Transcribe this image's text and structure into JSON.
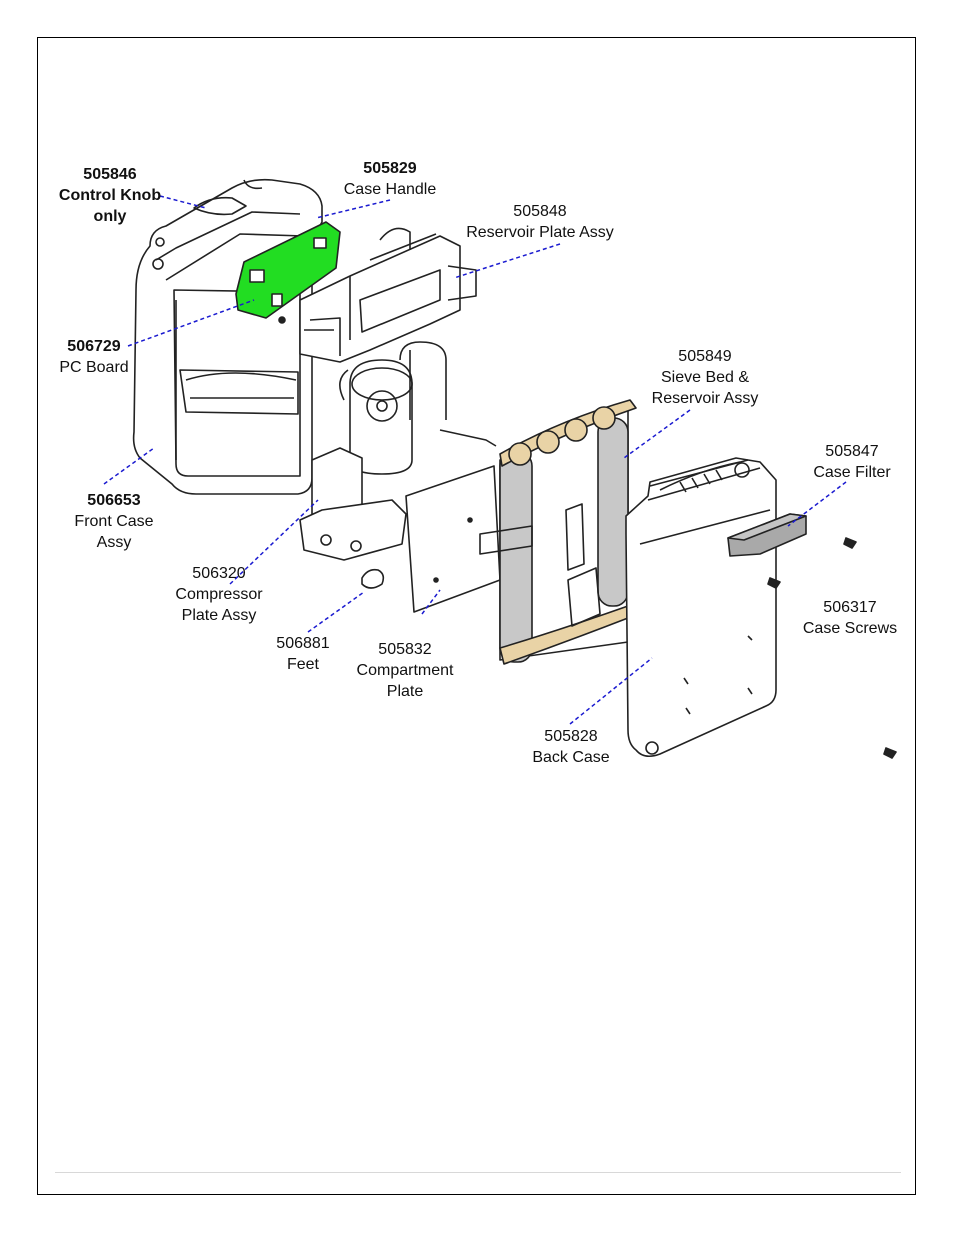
{
  "callouts": [
    {
      "id": "control-knob",
      "part": "505846",
      "lines": [
        "Control Knob",
        "only"
      ]
    },
    {
      "id": "case-handle",
      "part": "505829",
      "lines": [
        "Case Handle"
      ]
    },
    {
      "id": "reservoir-plate",
      "part": "505848",
      "lines": [
        "Reservoir Plate Assy"
      ]
    },
    {
      "id": "pc-board",
      "part": "506729",
      "lines": [
        "PC Board"
      ]
    },
    {
      "id": "sieve-bed",
      "part": "505849",
      "lines": [
        "Sieve Bed &",
        "Reservoir Assy"
      ]
    },
    {
      "id": "case-filter",
      "part": "505847",
      "lines": [
        "Case Filter"
      ]
    },
    {
      "id": "front-case",
      "part": "506653",
      "lines": [
        "Front Case",
        "Assy"
      ]
    },
    {
      "id": "compressor-plate",
      "part": "506320",
      "lines": [
        "Compressor",
        "Plate Assy"
      ]
    },
    {
      "id": "case-screws",
      "part": "506317",
      "lines": [
        "Case Screws"
      ]
    },
    {
      "id": "feet",
      "part": "506881",
      "lines": [
        "Feet"
      ]
    },
    {
      "id": "compartment-plate",
      "part": "505832",
      "lines": [
        "Compartment",
        "Plate"
      ]
    },
    {
      "id": "back-case",
      "part": "505828",
      "lines": [
        "Back Case"
      ]
    }
  ],
  "colors": {
    "leader": "#1a1ad0",
    "pc_board": "#22dd22",
    "sieve_tube": "#c8c8c8",
    "sieve_band": "#e9d3a6",
    "filter": "#a9a9a9",
    "outline": "#222222"
  }
}
